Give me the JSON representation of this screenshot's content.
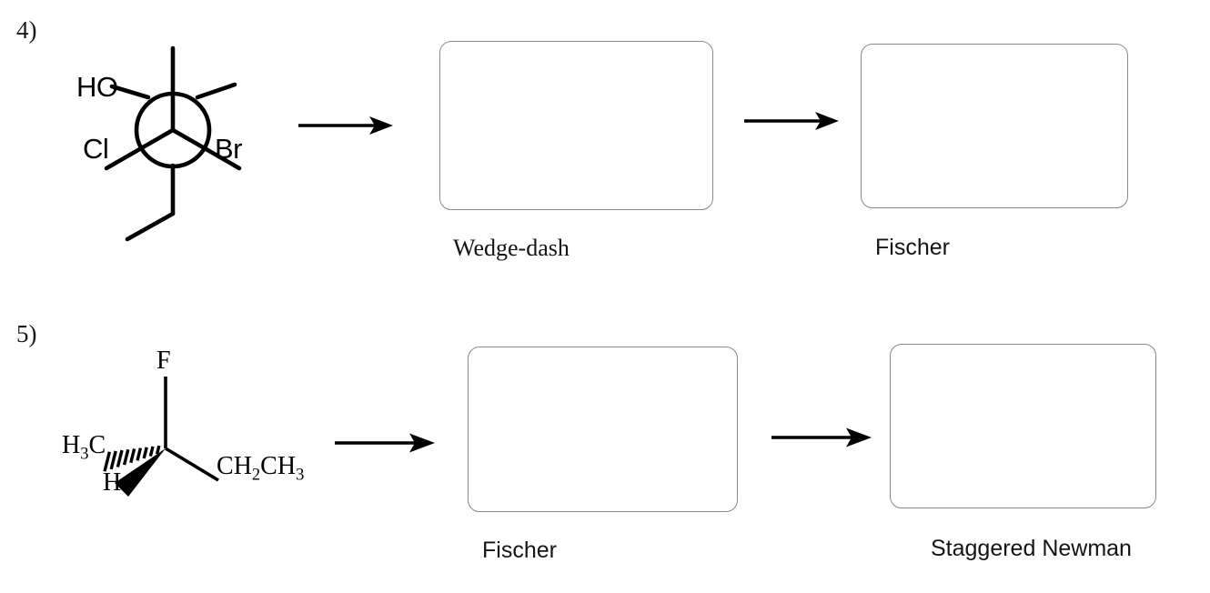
{
  "document": {
    "type": "organic-chemistry-worksheet",
    "topic": "Conversions between Newman projection, wedge-dash, and Fischer representations",
    "background_color": "#ffffff",
    "ink_color": "#000000",
    "box_border_color": "#8a8a8a"
  },
  "problems": [
    {
      "number": "4)",
      "given_structure": {
        "kind": "newman-projection",
        "description": "Eclipsed-style Newman projection",
        "front_carbon_substituents": [
          {
            "position": "up",
            "label": ""
          },
          {
            "position": "lower-left",
            "label": "Cl"
          },
          {
            "position": "lower-right",
            "label": "Br"
          }
        ],
        "back_carbon_substituents": [
          {
            "position": "upper-left",
            "label": "HO"
          },
          {
            "position": "upper-right",
            "label": ""
          },
          {
            "position": "down",
            "label": ""
          }
        ],
        "atom_labels": [
          "HO",
          "Cl",
          "Br"
        ]
      },
      "steps": [
        {
          "arrow": "right-arrow",
          "target_label": "Wedge-dash",
          "label_font": "serif"
        },
        {
          "arrow": "right-arrow",
          "target_label": "Fischer",
          "label_font": "sans"
        }
      ]
    },
    {
      "number": "5)",
      "given_structure": {
        "kind": "wedge-dash",
        "description": "Tetrahedral carbon drawn with wedge and hash bonds",
        "substituents": [
          {
            "position": "up",
            "label": "F",
            "bond": "plain"
          },
          {
            "position": "left",
            "label": "H3C",
            "bond": "hashed-wedge"
          },
          {
            "position": "down-left",
            "label": "H",
            "bond": "solid-wedge"
          },
          {
            "position": "lower-right",
            "label": "CH2CH3",
            "bond": "plain"
          }
        ],
        "atom_labels": [
          "F",
          "H3C",
          "H",
          "CH2CH3"
        ]
      },
      "steps": [
        {
          "arrow": "right-arrow",
          "target_label": "Fischer",
          "label_font": "sans"
        },
        {
          "arrow": "right-arrow",
          "target_label": "Staggered Newman",
          "label_font": "sans"
        }
      ]
    }
  ],
  "labels": {
    "problem4_number": "4)",
    "problem4_box1": "Wedge-dash",
    "problem4_box2": "Fischer",
    "problem5_number": "5)",
    "problem5_box1": "Fischer",
    "problem5_box2": "Staggered Newman"
  },
  "atoms": {
    "HO": "HO",
    "Cl": "Cl",
    "Br": "Br",
    "F": "F",
    "H": "H",
    "H3C_main": "H",
    "H3C_sub": "3",
    "H3C_tail": "C",
    "ethyl_C": "C",
    "ethyl_H": "H",
    "ethyl_sub2": "2",
    "ethyl_C2": "C",
    "ethyl_H2": "H",
    "ethyl_sub3": "3"
  }
}
